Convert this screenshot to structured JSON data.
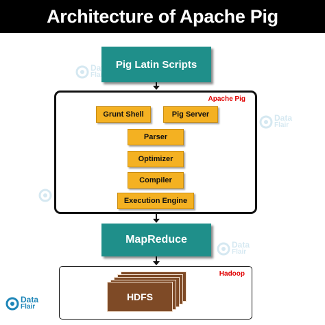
{
  "title": "Architecture of Apache Pig",
  "top_box": "Pig Latin Scripts",
  "apache_container": {
    "label": "Apache Pig",
    "components": {
      "grunt_shell": "Grunt Shell",
      "pig_server": "Pig Server",
      "parser": "Parser",
      "optimizer": "Optimizer",
      "compiler": "Compiler",
      "execution_engine": "Execution Engine"
    }
  },
  "middle_box": "MapReduce",
  "hadoop_container": {
    "label": "Hadoop",
    "storage": "HDFS"
  },
  "logo": {
    "line1": "Data",
    "line2": "Flair"
  },
  "colors": {
    "title_bg": "#000000",
    "teal": "#1f8f8a",
    "orange": "#f4b122",
    "hdfs": "#7e4a26",
    "container_label": "#e00000",
    "logo_blue": "#1e86b8"
  },
  "icons": [
    "arrow-down-icon",
    "dataflair-logo-icon"
  ]
}
